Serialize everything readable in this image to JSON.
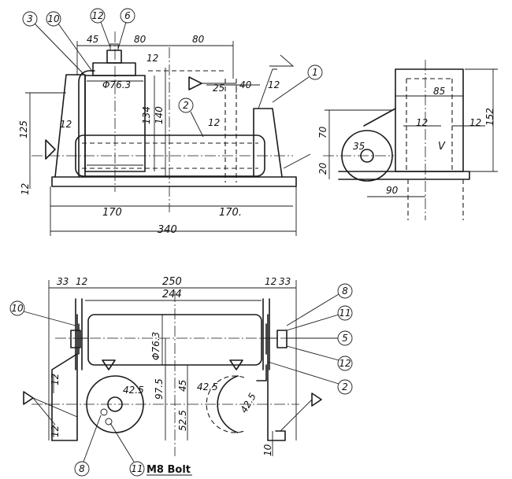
{
  "views": {
    "front": {
      "dims": {
        "d45": "45",
        "d80a": "80",
        "d80b": "80",
        "d12a": "12",
        "d25": "25",
        "d40": "40",
        "d12b": "12",
        "d125": "125",
        "d12c": "12",
        "d134": "134",
        "d140": "140",
        "phi": "Φ76.3",
        "d12d": "12",
        "d12e": "12",
        "d170a": "170",
        "d170b": "170.",
        "d340": "340"
      },
      "balloons": [
        "3",
        "10",
        "12",
        "6",
        "1",
        "2"
      ]
    },
    "side": {
      "dims": {
        "d85": "85",
        "d152": "152",
        "d70": "70",
        "d35": "35",
        "d20": "20",
        "d12a": "12",
        "d12b": "12",
        "d90": "90",
        "weld": "V"
      }
    },
    "top": {
      "dims": {
        "d33a": "33",
        "d12a": "12",
        "d250": "250",
        "d12b": "12",
        "d33b": "33",
        "d244": "244",
        "phi": "Φ76.3",
        "d12c": "12",
        "d12d": "12",
        "d975": "97.5",
        "d45": "45",
        "d525": "52.5",
        "d425a": "42.5",
        "d425b": "42.5",
        "d425c": "42.5",
        "d10": "10"
      },
      "balloons_right": [
        "8",
        "11",
        "5",
        "12",
        "2"
      ],
      "balloons_left": [
        "10"
      ],
      "balloons_bottom": [
        "8",
        "11"
      ],
      "bolt_note": "M8 Bolt"
    }
  }
}
